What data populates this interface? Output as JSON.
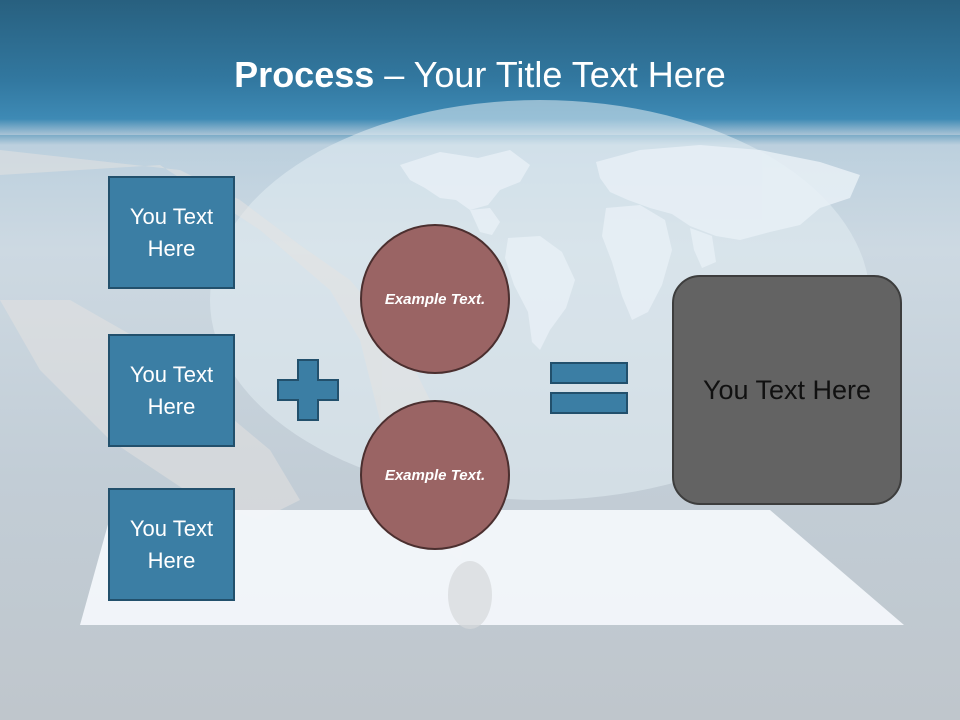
{
  "slide": {
    "title_bold": "Process",
    "title_rest": " – Your Title Text Here"
  },
  "left_boxes": [
    {
      "text": "You Text Here"
    },
    {
      "text": "You Text Here"
    },
    {
      "text": "You Text Here"
    }
  ],
  "operators": {
    "plus": "plus-icon",
    "equals": "equals-icon"
  },
  "circles": [
    {
      "text": "Example Text."
    },
    {
      "text": "Example Text."
    }
  ],
  "result": {
    "text": "You Text Here"
  },
  "colors": {
    "header": "#3278a0",
    "box_fill": "#3b7ea4",
    "box_border": "#22506c",
    "circle_fill": "#9a6464",
    "result_fill": "#636363"
  }
}
